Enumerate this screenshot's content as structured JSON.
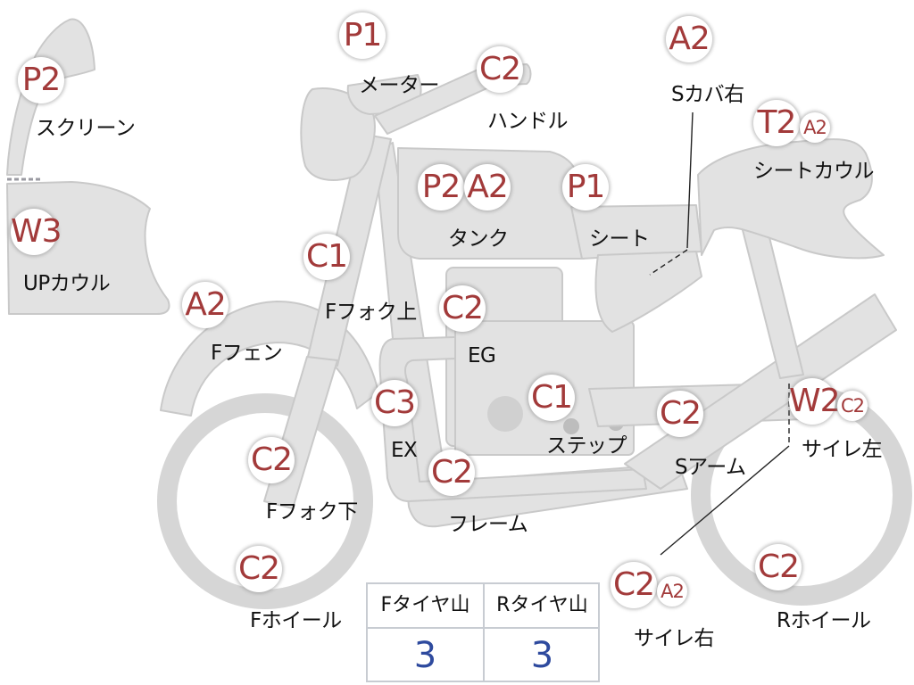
{
  "colors": {
    "part_fill": "#e2e2e2",
    "part_stroke": "#c9c9c9",
    "grade_text": "#a23a3a",
    "table_value": "#2e4a9e",
    "table_border": "#c8ccd2"
  },
  "parts": [
    {
      "id": "screen",
      "label": "スクリーン",
      "grades": [
        "P2"
      ]
    },
    {
      "id": "up-cowl",
      "label": "UPカウル",
      "grades": [
        "W3"
      ]
    },
    {
      "id": "meter",
      "label": "メーター",
      "grades": [
        "P1"
      ]
    },
    {
      "id": "handle",
      "label": "ハンドル",
      "grades": [
        "C2"
      ]
    },
    {
      "id": "side-cover-right",
      "label": "Sカバ右",
      "grades": [
        "A2"
      ]
    },
    {
      "id": "seat-cowl",
      "label": "シートカウル",
      "grades": [
        "T2",
        "A2"
      ]
    },
    {
      "id": "tank",
      "label": "タンク",
      "grades": [
        "P2",
        "A2"
      ]
    },
    {
      "id": "seat",
      "label": "シート",
      "grades": [
        "P1"
      ]
    },
    {
      "id": "fork-upper",
      "label": "Fフォク上",
      "grades": [
        "C1"
      ]
    },
    {
      "id": "front-fender",
      "label": "Fフェン",
      "grades": [
        "A2"
      ]
    },
    {
      "id": "engine",
      "label": "EG",
      "grades": [
        "C2"
      ]
    },
    {
      "id": "exhaust",
      "label": "EX",
      "grades": [
        "C3"
      ]
    },
    {
      "id": "step",
      "label": "ステップ",
      "grades": [
        "C1"
      ]
    },
    {
      "id": "swing-arm",
      "label": "Sアーム",
      "grades": [
        "C2"
      ]
    },
    {
      "id": "muffler-left",
      "label": "サイレ左",
      "grades": [
        "W2",
        "C2"
      ]
    },
    {
      "id": "fork-lower",
      "label": "Fフォク下",
      "grades": [
        "C2"
      ]
    },
    {
      "id": "frame",
      "label": "フレーム",
      "grades": [
        "C2"
      ]
    },
    {
      "id": "front-wheel",
      "label": "Fホイール",
      "grades": [
        "C2"
      ]
    },
    {
      "id": "muffler-right",
      "label": "サイレ右",
      "grades": [
        "C2",
        "A2"
      ]
    },
    {
      "id": "rear-wheel",
      "label": "Rホイール",
      "grades": [
        "C2"
      ]
    }
  ],
  "tire_table": {
    "front_header": "Fタイヤ山",
    "rear_header": "Rタイヤ山",
    "front_value": "3",
    "rear_value": "3"
  }
}
